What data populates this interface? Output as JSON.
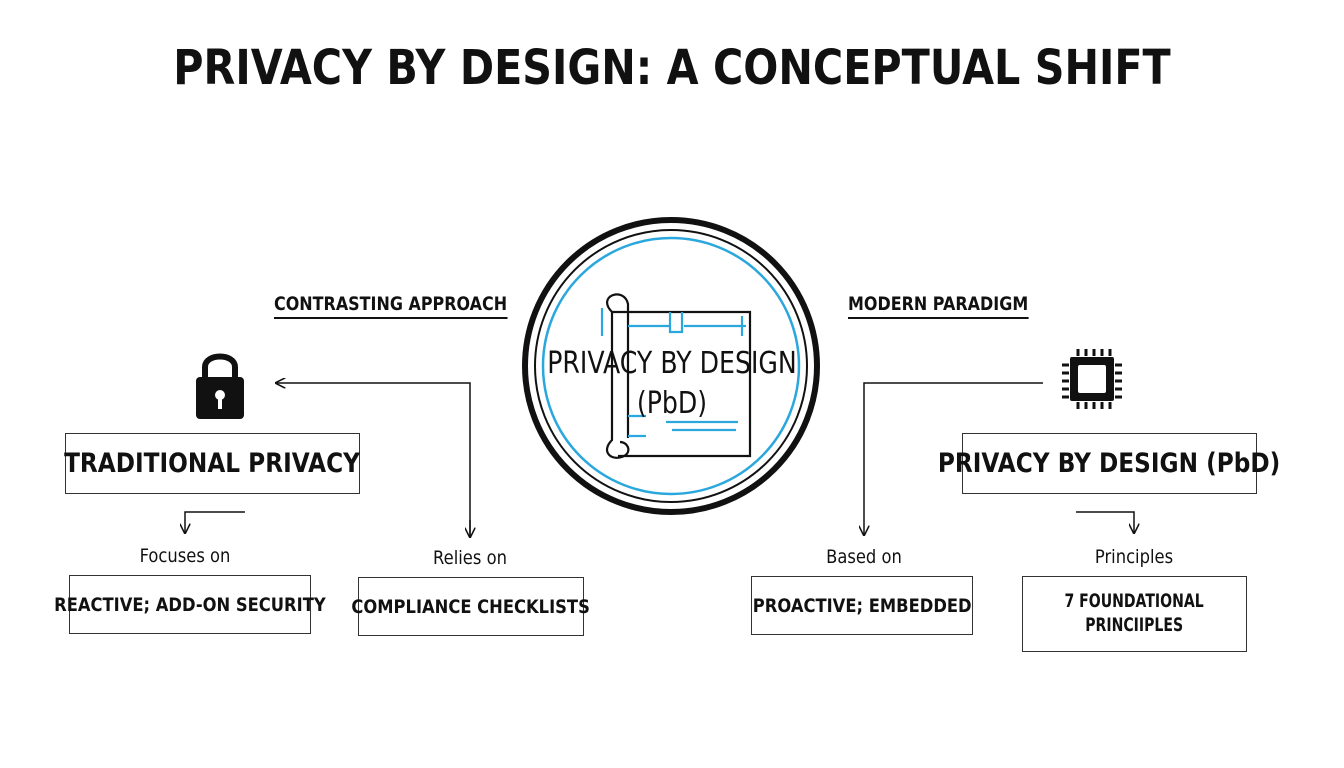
{
  "title": "PRIVACY BY DESIGN: A CONCEPTUAL SHIFT",
  "center": {
    "line1": "PRIVACY BY DESIGN",
    "line2": "(PbD)",
    "icon": "blueprint-scroll-icon",
    "accent_color": "#2aa7dd"
  },
  "left": {
    "heading": "CONTRASTING APPROACH",
    "icon": "padlock-icon",
    "main_box": "TRADITIONAL PRIVACY",
    "branch1": {
      "label": "Focuses on",
      "box": "REACTIVE; ADD-ON SECURITY"
    },
    "branch2": {
      "label": "Relies on",
      "box": "COMPLIANCE CHECKLISTS"
    }
  },
  "right": {
    "heading": "MODERN PARADIGM",
    "icon": "microchip-icon",
    "main_box": "PRIVACY BY DESIGN (PbD)",
    "branch1": {
      "label": "Based on",
      "box": "PROACTIVE; EMBEDDED"
    },
    "branch2": {
      "label": "Principles",
      "box_line1": "7 FOUNDATIONAL",
      "box_line2": "PRINCIIPLES"
    }
  }
}
